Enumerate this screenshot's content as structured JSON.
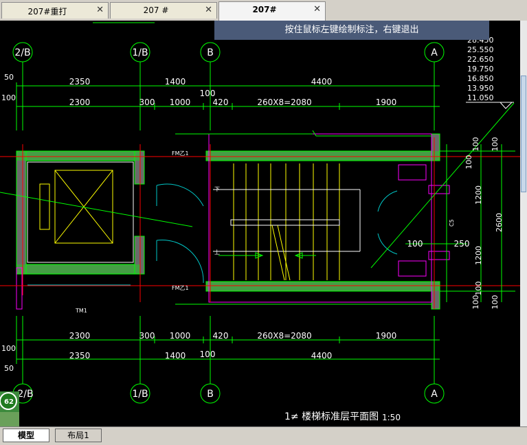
{
  "tabs": [
    {
      "label": "207#重打",
      "close": "✕"
    },
    {
      "label": "207 #",
      "close": "✕"
    },
    {
      "label": "207#",
      "close": "✕",
      "active": true
    }
  ],
  "tooltip": "按住鼠标左键绘制标注，右键退出",
  "layout_tabs": {
    "model": "模型",
    "layout1": "布局1"
  },
  "drawing": {
    "axes": [
      "2/B",
      "1/B",
      "B",
      "A"
    ],
    "elevations": [
      "28.450",
      "25.550",
      "22.650",
      "19.750",
      "16.850",
      "13.950",
      "11.050"
    ],
    "dim_top_row1": [
      "2350",
      "1400",
      "4400"
    ],
    "dim_top_row2": [
      "2300",
      "300",
      "1000",
      "420",
      "260X8=2080",
      "1900"
    ],
    "dim_bottom_row1": [
      "2300",
      "300",
      "1000",
      "420",
      "260X8=2080",
      "1900"
    ],
    "dim_bottom_row2": [
      "2350",
      "1400",
      "4400"
    ],
    "left_dims": [
      "50",
      "100",
      "100",
      "50"
    ],
    "small_100": "100",
    "right_dims_v": [
      "100",
      "100",
      "1200",
      "2600",
      "1200",
      "100",
      "100",
      "100",
      "100"
    ],
    "mid_dims": [
      "100",
      "250"
    ],
    "labels": {
      "fm1": "FM乙1",
      "fm2": "FM乙1",
      "tm1": "TM1",
      "up": "上",
      "down": "下",
      "c5": "C5"
    },
    "title": "1≠ 楼梯标准层平面图",
    "scale": "1:50",
    "badge": "62"
  },
  "colors": {
    "axis": "#00ff00",
    "dim": "#ffffff",
    "wall": "#6a6a6a",
    "stair": "#ffff00",
    "red": "#ff0000",
    "cyan": "#00c8c8",
    "magenta": "#ff00ff"
  }
}
